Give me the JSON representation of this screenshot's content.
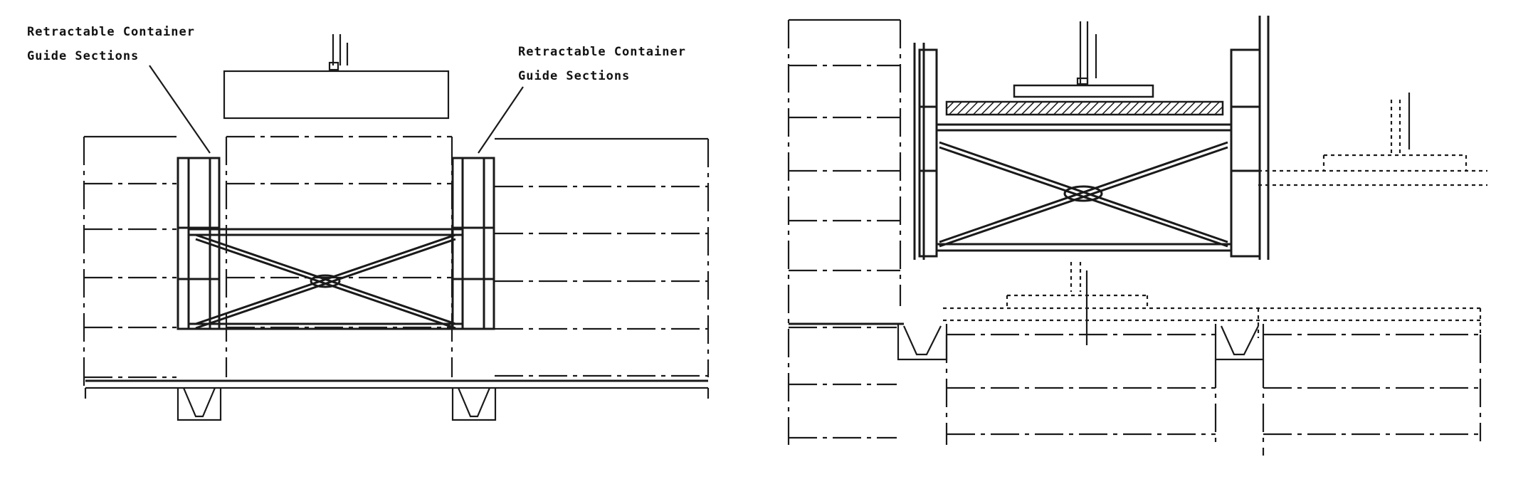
{
  "diagram": {
    "labels": {
      "left_callout": {
        "line1": "Retractable Container",
        "line2": "Guide Sections"
      },
      "right_callout": {
        "line1": "Retractable Container",
        "line2": "Guide Sections"
      }
    },
    "colors": {
      "ink": "#1a1a1a",
      "paper": "#ffffff"
    }
  }
}
